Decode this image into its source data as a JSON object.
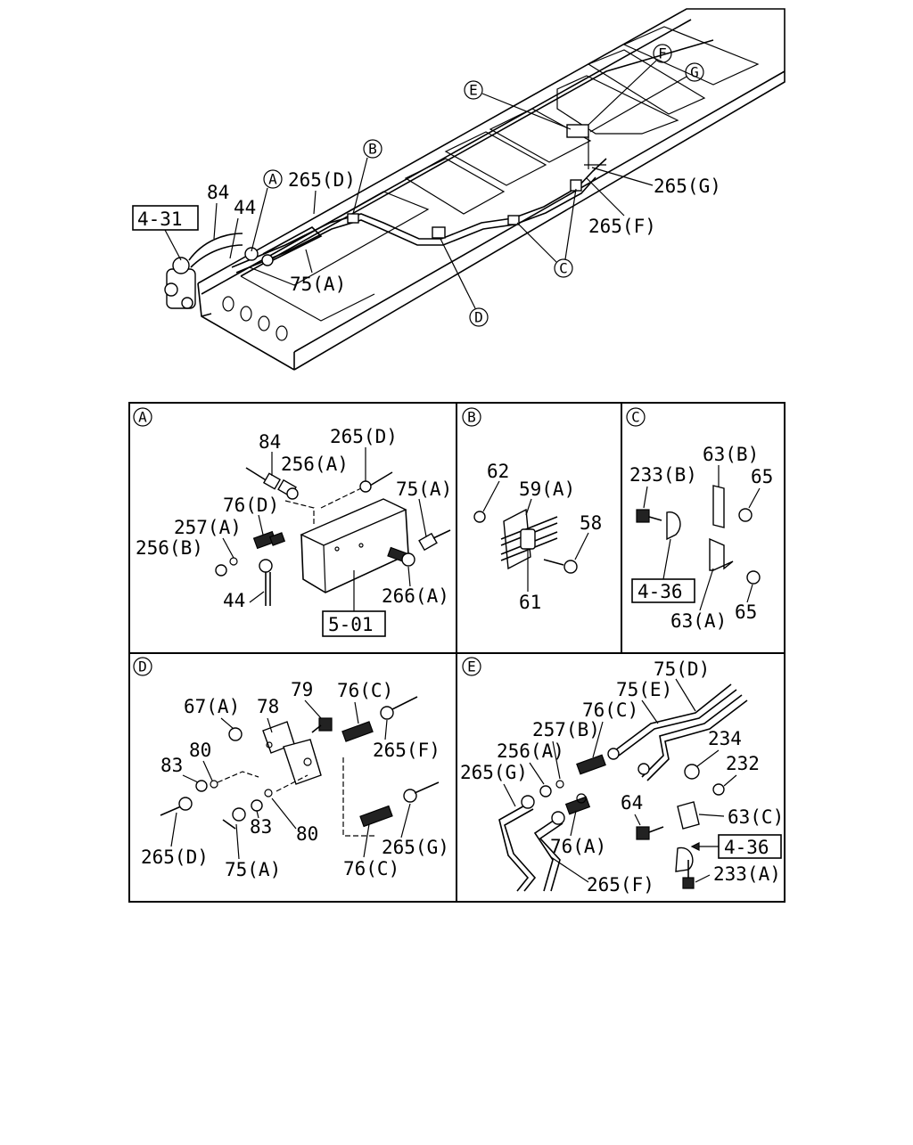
{
  "overview": {
    "ref_boxes": [
      "4-31"
    ],
    "callouts": [
      "A",
      "B",
      "C",
      "D",
      "E",
      "F",
      "G"
    ],
    "labels": [
      "84",
      "44",
      "265(D)",
      "75(A)",
      "265(G)",
      "265(F)"
    ]
  },
  "panels": {
    "A": {
      "id": "A",
      "labels": [
        "84",
        "265(D)",
        "256(A)",
        "76(D)",
        "75(A)",
        "257(A)",
        "256(B)",
        "266(A)",
        "44"
      ],
      "ref_boxes": [
        "5-01"
      ]
    },
    "B": {
      "id": "B",
      "labels": [
        "62",
        "59(A)",
        "58",
        "61"
      ]
    },
    "C": {
      "id": "C",
      "labels": [
        "233(B)",
        "63(B)",
        "65",
        "63(A)",
        "65"
      ],
      "ref_boxes": [
        "4-36"
      ]
    },
    "D": {
      "id": "D",
      "labels": [
        "79",
        "76(C)",
        "67(A)",
        "78",
        "80",
        "265(F)",
        "83",
        "80",
        "83",
        "265(D)",
        "75(A)",
        "265(G)",
        "76(C)"
      ]
    },
    "E": {
      "id": "E",
      "labels": [
        "75(D)",
        "75(E)",
        "76(C)",
        "257(B)",
        "256(A)",
        "265(G)",
        "234",
        "232",
        "64",
        "63(C)",
        "76(A)",
        "233(A)",
        "265(F)"
      ],
      "ref_boxes": [
        "4-36"
      ]
    }
  }
}
